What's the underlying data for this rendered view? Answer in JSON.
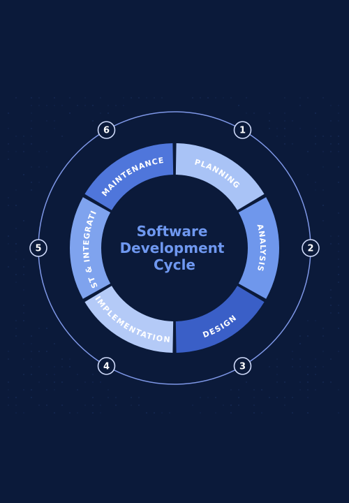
{
  "diagram": {
    "center_title_lines": [
      "Software",
      "Development",
      "Cycle"
    ],
    "stages": [
      {
        "number": "1",
        "label": "PLANNING",
        "color": "#a9c3f6"
      },
      {
        "number": "2",
        "label": "ANALYSIS",
        "color": "#6f97ec"
      },
      {
        "number": "3",
        "label": "DESIGN",
        "color": "#3a5fc7"
      },
      {
        "number": "4",
        "label": "IMPLEMENTATION",
        "color": "#b4caf7"
      },
      {
        "number": "5",
        "label": "TEST & INTEGRATION",
        "color": "#7fa3ee"
      },
      {
        "number": "6",
        "label": "MAINTENANCE",
        "color": "#4f76db"
      }
    ]
  },
  "colors": {
    "background": "#0b1a3a",
    "outer_ring": "#7f98e8",
    "center_text": "#6f98f0",
    "node_fill": "#0b1a3a",
    "node_stroke": "#cfdafa"
  }
}
